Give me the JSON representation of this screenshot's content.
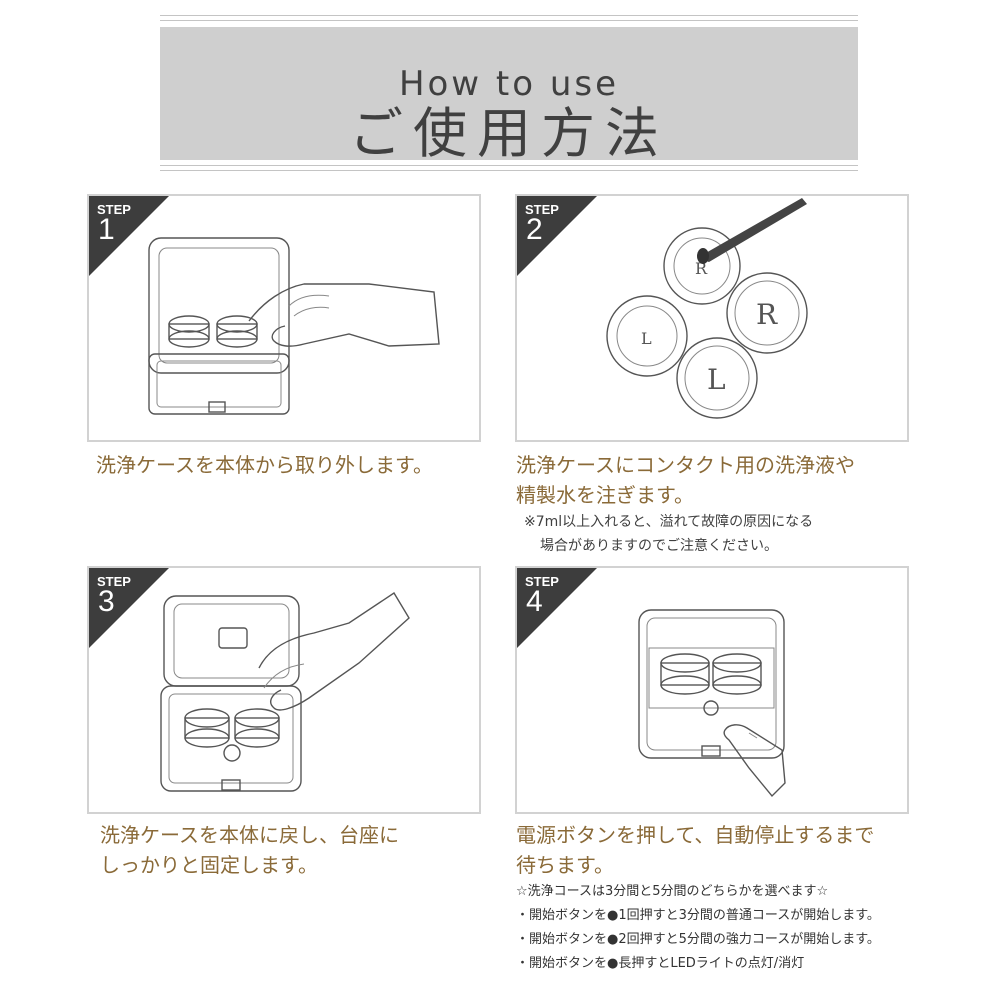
{
  "header": {
    "title_en": "How to use",
    "title_jp": "ご使用方法"
  },
  "steps": [
    {
      "label": "STEP",
      "number": "1",
      "caption_lines": [
        "洗浄ケースを本体から取り外します。"
      ]
    },
    {
      "label": "STEP",
      "number": "2",
      "caption_lines": [
        "洗浄ケースにコンタクト用の洗浄液や",
        "精製水を注ぎます。"
      ],
      "note_lines": [
        "※7ml以上入れると、溢れて故障の原因になる",
        "場合がありますのでご注意ください。"
      ]
    },
    {
      "label": "STEP",
      "number": "3",
      "caption_lines": [
        "洗浄ケースを本体に戻し、台座に",
        "しっかりと固定します。"
      ]
    },
    {
      "label": "STEP",
      "number": "4",
      "caption_lines": [
        "電源ボタンを押して、自動停止するまで",
        "待ちます。"
      ],
      "notes": [
        "☆洗浄コースは3分間と5分間のどちらかを選べます☆",
        "・開始ボタンを●1回押すと3分間の普通コースが開始します。",
        "・開始ボタンを●2回押すと5分間の強力コースが開始します。",
        "・開始ボタンを●長押すとLEDライトの点灯/消灯"
      ]
    }
  ],
  "lens_labels": {
    "left": "L",
    "right": "R"
  },
  "colors": {
    "caption": "#8a6a38",
    "badge": "#3d3d3d",
    "header_band": "#cfcfcf"
  }
}
